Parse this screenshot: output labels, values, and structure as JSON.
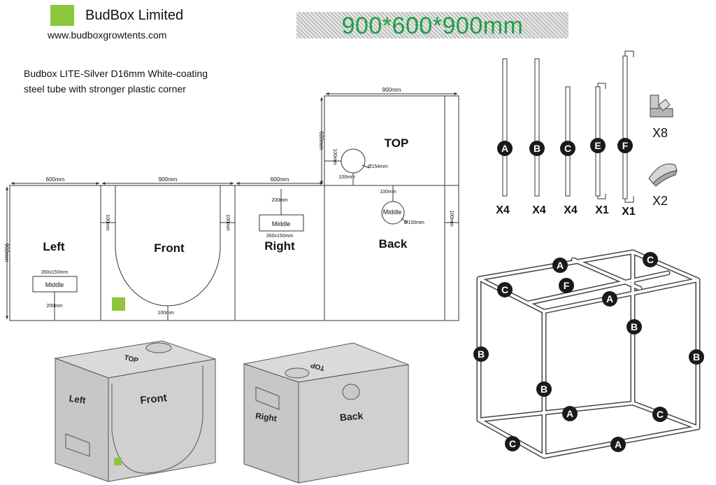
{
  "brand": {
    "name": "BudBox Limited",
    "url": "www.budboxgrowtents.com",
    "logo_color": "#8cc63f"
  },
  "size_banner": "900*600*900mm",
  "description": {
    "line1": "Budbox LITE-Silver D16mm White-coating",
    "line2": "steel tube with stronger plastic corner"
  },
  "layout_dims": {
    "left_width": "600mm",
    "front_width": "900mm",
    "right_width": "600mm",
    "top_width": "900mm",
    "top_depth": "600mm",
    "height": "900mm",
    "front_side_left": "100mm",
    "front_side_right": "100mm",
    "front_bottom": "100mm",
    "back_side": "100mm",
    "back_top": "100mm",
    "top_hole_offset_x": "100mm",
    "top_hole_offset_y": "100mm",
    "top_hole_diameter": "Ø154mm",
    "back_hole_diameter": "Ø100mm",
    "right_vent_offset": "200mm",
    "right_vent_size": "350x150mm",
    "left_vent_size": "350x150mm",
    "left_vent_offset": "200mm"
  },
  "panels": {
    "left": "Left",
    "front": "Front",
    "right": "Right",
    "back": "Back",
    "top": "TOP",
    "middle_right": "Middle",
    "middle_left": "Middle",
    "middle_back": "Middle"
  },
  "parts": {
    "rods": [
      {
        "letter": "A",
        "qty": "X4"
      },
      {
        "letter": "B",
        "qty": "X4"
      },
      {
        "letter": "C",
        "qty": "X4"
      },
      {
        "letter": "E",
        "qty": "X1"
      },
      {
        "letter": "F",
        "qty": "X1"
      }
    ],
    "corner_qty": "X8",
    "clip_qty": "X2"
  },
  "frame_labels": [
    "A",
    "C",
    "C",
    "F",
    "A",
    "B",
    "B",
    "B",
    "B",
    "A",
    "C",
    "C",
    "A"
  ],
  "box_labels": {
    "top1": "TOP",
    "left": "Left",
    "front": "Front",
    "top2": "TOP",
    "right": "Right",
    "back": "Back"
  }
}
